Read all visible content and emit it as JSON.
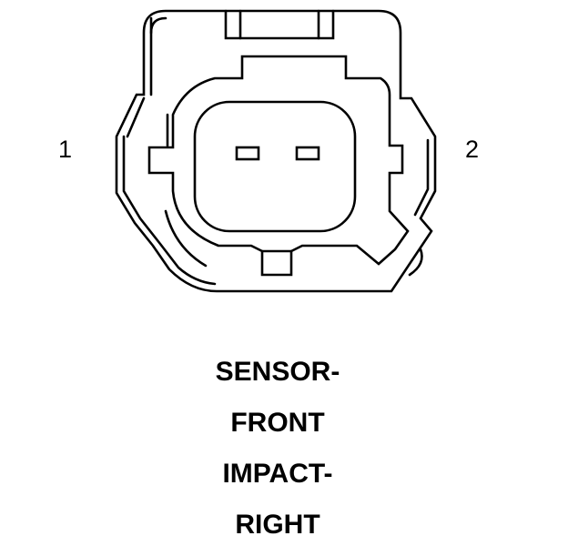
{
  "pins": [
    "1",
    "2"
  ],
  "caption": [
    "SENSOR-",
    "FRONT",
    "IMPACT-",
    "RIGHT"
  ],
  "colors": {
    "line": "#000000",
    "background": "#ffffff"
  }
}
